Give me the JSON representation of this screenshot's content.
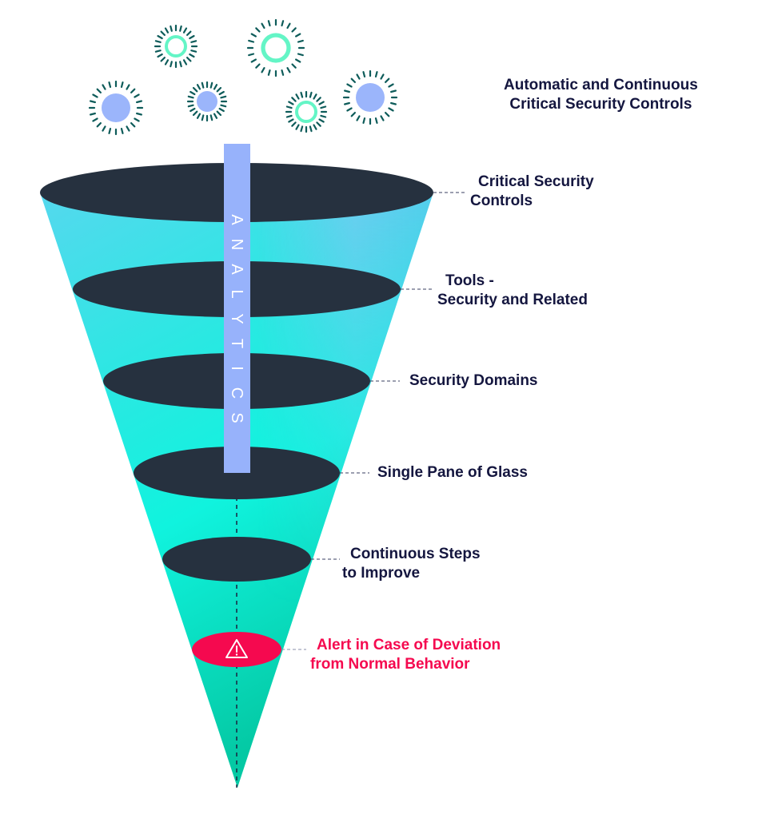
{
  "title": {
    "lines": [
      "Automatic and Continuous",
      "Critical Security Controls"
    ]
  },
  "analytics_bar": {
    "text": "ANALYTICS"
  },
  "layers": [
    {
      "lines": [
        "Critical Security",
        "Controls"
      ]
    },
    {
      "lines": [
        "Tools -",
        "Security and Related"
      ]
    },
    {
      "lines": [
        "Security Domains"
      ]
    },
    {
      "lines": [
        "Single Pane of Glass"
      ]
    },
    {
      "lines": [
        "Continuous Steps",
        "to Improve"
      ]
    }
  ],
  "alert": {
    "lines": [
      "Alert in Case of Deviation",
      "from Normal Behavior"
    ],
    "icon": "warning-icon"
  },
  "sensor_icons": [
    {
      "type": "ring"
    },
    {
      "type": "ring"
    },
    {
      "type": "dot"
    },
    {
      "type": "dot"
    },
    {
      "type": "ring"
    },
    {
      "type": "dot"
    }
  ],
  "colors": {
    "layer_fill": "#26313f",
    "cone_top": "#7fb2f6",
    "cone_mid": "#12f0e0",
    "cone_bottom": "#05d1a8",
    "analytics_bar": "#97b2fb",
    "alert": "#f5094f",
    "text": "#14163f",
    "ring": "#64f5c6",
    "dot": "#9bb5fb",
    "rays": "#0e5c5a"
  }
}
